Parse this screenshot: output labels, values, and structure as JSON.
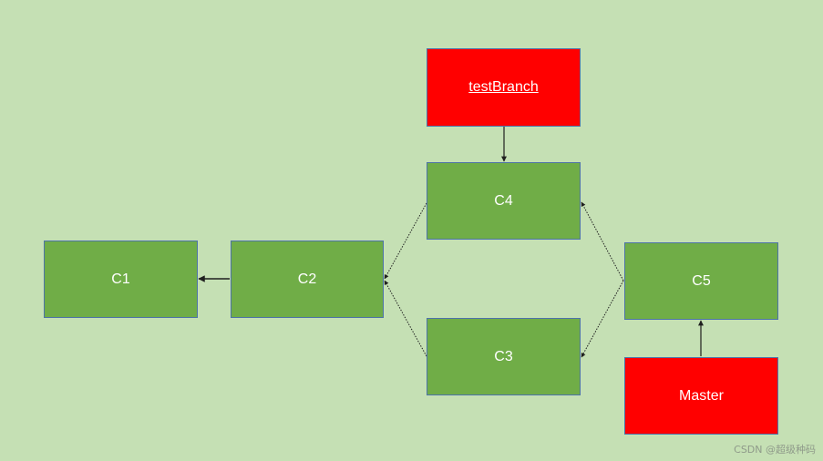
{
  "nodes": {
    "c1": "C1",
    "c2": "C2",
    "c3": "C3",
    "c4": "C4",
    "c5": "C5",
    "test_branch": "testBranch",
    "master": "Master"
  },
  "watermark": "CSDN @超级种码",
  "colors": {
    "background": "#c5e0b4",
    "commit_fill": "#70ad47",
    "branch_fill": "#ff0000",
    "node_border": "#4d73a8",
    "arrow": "#1f1f1f"
  }
}
